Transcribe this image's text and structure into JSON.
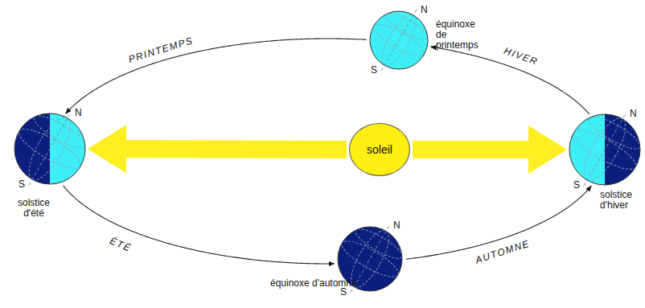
{
  "diagram": {
    "nodes": [
      {
        "text": [
          "N",
          "S",
          "équinoxe de printemps"
        ]
      },
      {
        "text": [
          "N",
          "S",
          "solstice d'été"
        ]
      },
      {
        "text": [
          "soleil"
        ]
      },
      {
        "text": [
          "N",
          "S",
          "solstice d'hiver"
        ]
      },
      {
        "text": [
          "N",
          "S",
          "équinoxe d'automne"
        ]
      }
    ],
    "edges": [
      {
        "from": 3,
        "to": 0,
        "arrow": "to",
        "label": "HIVER"
      },
      {
        "from": 0,
        "to": 1,
        "arrow": "to",
        "label": "PRINTEMPS"
      },
      {
        "from": 1,
        "to": 4,
        "arrow": "to",
        "label": "ÉTÉ"
      },
      {
        "from": 4,
        "to": 3,
        "arrow": "to",
        "label": "AUTOMNE"
      },
      {
        "from": 2,
        "to": 1,
        "arrow": "to"
      },
      {
        "from": 2,
        "to": 3,
        "arrow": "to"
      }
    ]
  }
}
